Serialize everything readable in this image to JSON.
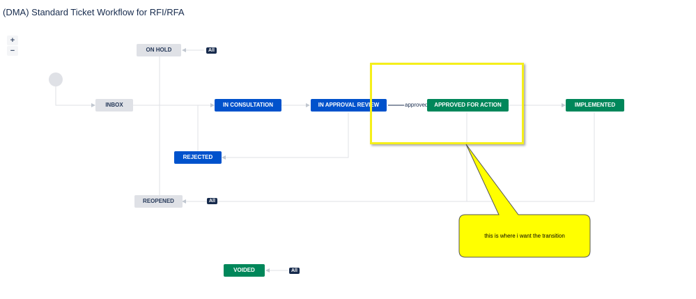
{
  "title": "(DMA) Standard Ticket Workflow for RFI/RFA",
  "zoom": {
    "in_label": "+",
    "out_label": "−"
  },
  "statuses": {
    "on_hold": "ON HOLD",
    "inbox": "INBOX",
    "in_consultation": "IN CONSULTATION",
    "in_approval_review": "IN APPROVAL REVIEW",
    "approved_for_action": "APPROVED FOR ACTION",
    "implemented": "IMPLEMENTED",
    "rejected": "REJECTED",
    "reopened": "REOPENED",
    "voided": "VOIDED"
  },
  "all_label": "All",
  "transition_label": "approved",
  "callout": {
    "text": "this is where i want the transition"
  },
  "colors": {
    "todo": "#dfe1e6",
    "in_progress": "#0052cc",
    "done": "#00875a",
    "highlight": "#f5ef1a",
    "callout_fill": "#ffff00"
  }
}
